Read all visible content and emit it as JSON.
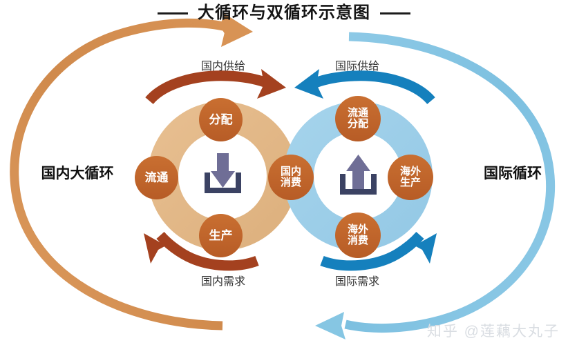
{
  "title": {
    "text": "大循环与双循环示意图",
    "rule_color": "#1b1b1b"
  },
  "side_labels": {
    "left": "国内大循环",
    "right": "国际循环"
  },
  "flow_labels": {
    "top_left": "国内供给",
    "top_right": "国际供给",
    "bottom_left": "国内需求",
    "bottom_right": "国际需求"
  },
  "left_ring": {
    "name": "国内大循环",
    "ring_color": "#e3b887",
    "nodes": [
      {
        "id": "distribution",
        "label": "分配",
        "position": "top"
      },
      {
        "id": "circulation",
        "label": "流通",
        "position": "left"
      },
      {
        "id": "production",
        "label": "生产",
        "position": "bottom"
      }
    ],
    "center_icon": "download-icon"
  },
  "right_ring": {
    "name": "国际循环",
    "ring_color": "#9ccde8",
    "nodes": [
      {
        "id": "circulation-distribution",
        "label": "流通\n分配",
        "line1": "流通",
        "line2": "分配",
        "position": "top"
      },
      {
        "id": "overseas-production",
        "label": "海外\n生产",
        "line1": "海外",
        "line2": "生产",
        "position": "right"
      },
      {
        "id": "overseas-consumption",
        "label": "海外\n消费",
        "line1": "海外",
        "line2": "消费",
        "position": "bottom"
      }
    ],
    "center_icon": "upload-icon"
  },
  "shared_node": {
    "id": "domestic-consumption",
    "line1": "国内",
    "line2": "消费",
    "label": "国内消费"
  },
  "colors": {
    "node_fill": "#c1662c",
    "outer_arc_left": "#d89355",
    "outer_arc_right": "#86c6e3",
    "inner_arrow_left": "#a4411f",
    "inner_arrow_right": "#1580bd",
    "icon_color": "#3b4263",
    "icon_arrow": "#6f6e96",
    "watermark_color": "#d9dde2",
    "background": "#ffffff"
  },
  "watermark": "知乎 @莲藕大丸子"
}
